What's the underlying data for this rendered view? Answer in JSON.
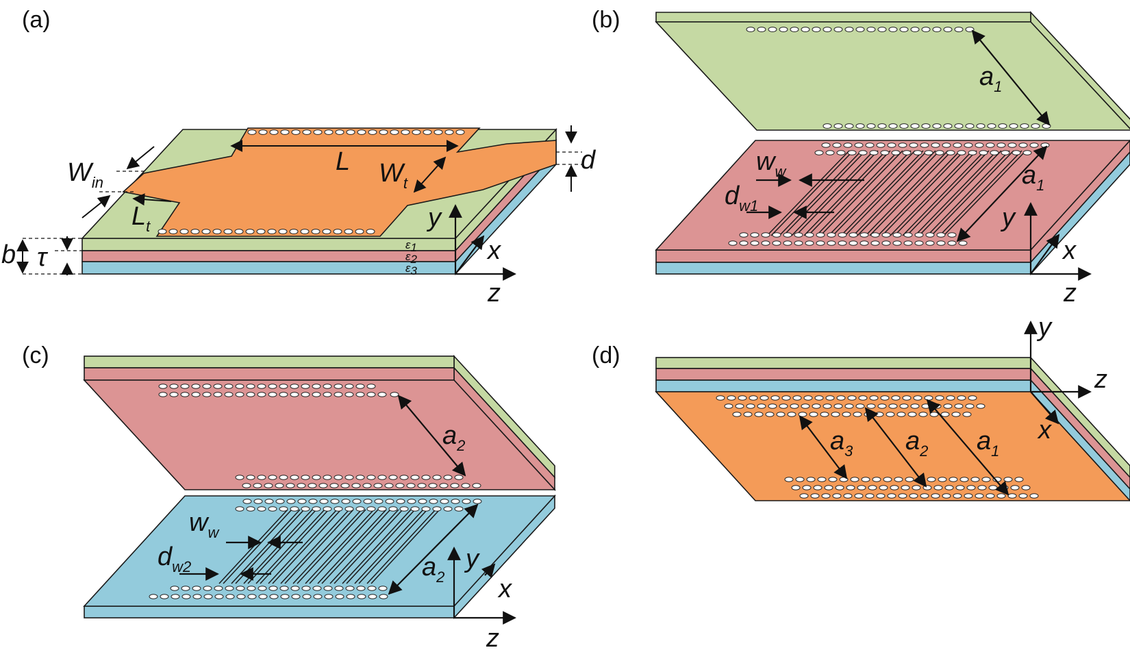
{
  "colors": {
    "green": "#c5d9a3",
    "pink": "#dc9494",
    "blue": "#93cbdc",
    "orange": "#f49b58",
    "outline": "#1a1a1a"
  },
  "panels": {
    "a": {
      "label": "(a)",
      "symbols": {
        "W": "W",
        "in": "in",
        "L": "L",
        "t": "t",
        "d": "d",
        "b": "b",
        "tau": "τ",
        "y": "y",
        "x": "x",
        "z": "z",
        "eps": "ε",
        "s1": "1",
        "s2": "2",
        "s3": "3"
      }
    },
    "b": {
      "label": "(b)",
      "symbols": {
        "a": "a",
        "s1": "1",
        "w": "w",
        "sw": "w",
        "d": "d",
        "sw1": "w1",
        "y": "y",
        "x": "x",
        "z": "z"
      }
    },
    "c": {
      "label": "(c)",
      "symbols": {
        "a": "a",
        "s2": "2",
        "w": "w",
        "sw": "w",
        "d": "d",
        "sw2": "w2",
        "y": "y",
        "x": "x",
        "z": "z"
      }
    },
    "d": {
      "label": "(d)",
      "symbols": {
        "a": "a",
        "s1": "1",
        "s2": "2",
        "s3": "3",
        "y": "y",
        "x": "x",
        "z": "z"
      }
    }
  }
}
